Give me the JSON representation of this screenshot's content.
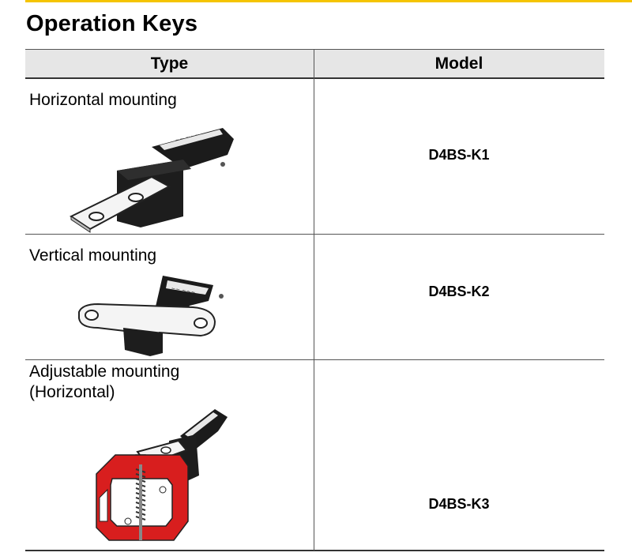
{
  "page": {
    "title": "Operation Keys"
  },
  "table": {
    "headers": {
      "type": "Type",
      "model": "Model"
    },
    "rows": [
      {
        "type_line1": "Horizontal mounting",
        "type_line2": "",
        "model": "D4BS-K1",
        "illustration_icon": "horizontal-mount-key-icon"
      },
      {
        "type_line1": "Vertical mounting",
        "type_line2": "",
        "model": "D4BS-K2",
        "illustration_icon": "vertical-mount-key-icon"
      },
      {
        "type_line1": "Adjustable mounting",
        "type_line2": "(Horizontal)",
        "model": "D4BS-K3",
        "illustration_icon": "adjustable-mount-key-icon"
      }
    ]
  },
  "colors": {
    "accent_rule": "#f5c400",
    "header_bg": "#e6e6e6",
    "bracket_red": "#d81e1e"
  }
}
